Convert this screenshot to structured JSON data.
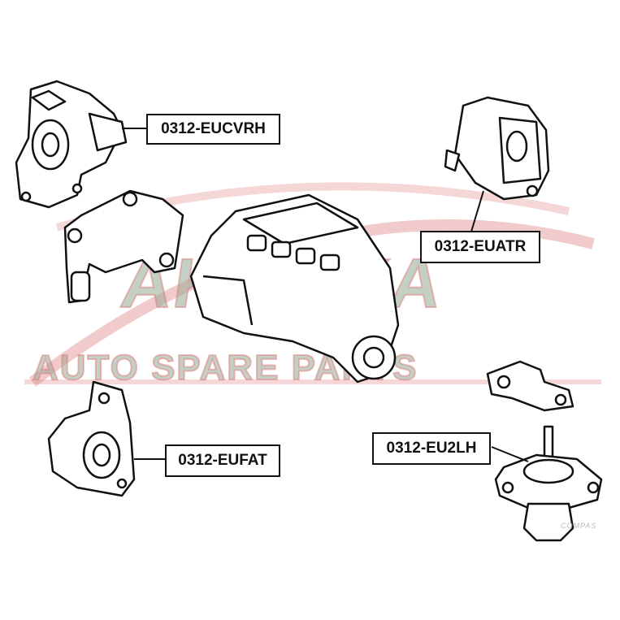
{
  "watermark": {
    "logo": "AKITAKA",
    "tagline": "AUTO SPARE PARTS"
  },
  "parts": [
    {
      "id": "eucvrh",
      "label": "0312-EUCVRH"
    },
    {
      "id": "euatr",
      "label": "0312-EUATR"
    },
    {
      "id": "eufat",
      "label": "0312-EUFAT"
    },
    {
      "id": "eu2lh",
      "label": "0312-EU2LH"
    }
  ],
  "brand_mark": "COMPAS",
  "colors": {
    "line": "#111111",
    "watermark_fill": "#9aae9a",
    "watermark_stroke": "#e08a8a"
  }
}
